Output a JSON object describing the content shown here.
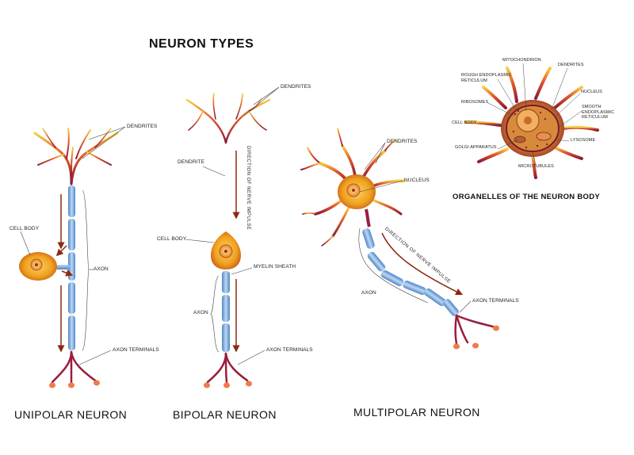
{
  "title": "NEURON TYPES",
  "organelles_title": "ORGANELLES OF THE NEURON BODY",
  "unipolar": {
    "caption": "UNIPOLAR NEURON",
    "dendrites": "DENDRITES",
    "cell_body": "CELL BODY",
    "axon": "AXON",
    "axon_terminals": "AXON TERMINALS"
  },
  "bipolar": {
    "caption": "BIPOLAR NEURON",
    "dendrites": "DENDRITES",
    "dendrite": "DENDRITE",
    "direction": "DIRECTION OF NERVE IMPULSE",
    "cell_body": "CELL BODY",
    "myelin_sheath": "MYELIN SHEATH",
    "axon": "AXON",
    "axon_terminals": "AXON TERMINALS"
  },
  "multipolar": {
    "caption": "MULTIPOLAR NEURON",
    "dendrites": "DENDRITES",
    "nucleus": "NUCLEUS",
    "direction": "DIRECTION OF NERVE IMPULSE",
    "axon": "AXON",
    "axon_terminals": "AXON TERMINALS"
  },
  "organelles": {
    "mitochondrion": "MITOCHONDRION",
    "dendrites": "DENDRITES",
    "rough_er": "ROUGH ENDOPLASMIC RETICULUM",
    "nucleus": "NUCLEUS",
    "ribosomes": "RIBOSOMES",
    "smooth_er": "SMOOTH ENDOPLASMIC RETICULUM",
    "cell_body": "CELL BODY",
    "lysosome": "LYSOSOME",
    "golgi": "GOLGI APPARATUS",
    "microtubules": "MICROTUBULES"
  },
  "colors": {
    "dendrite_outer": "#7a1a2e",
    "dendrite_inner": "#f2c33a",
    "cell_body": "#f0a21e",
    "myelin": "#7fb0e0",
    "arrow": "#8a2a10"
  }
}
